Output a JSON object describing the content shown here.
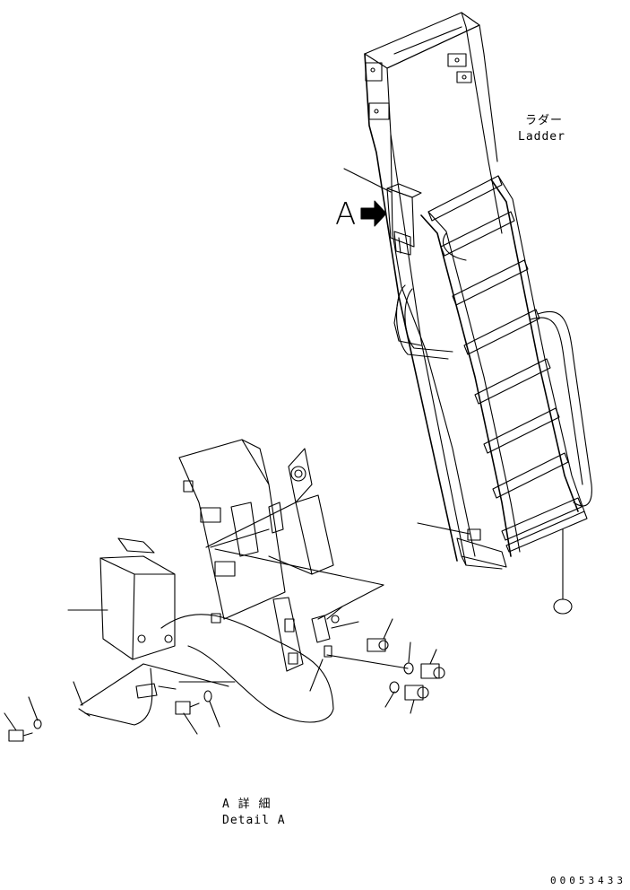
{
  "labels": {
    "ladder_jp": "ラダー",
    "ladder_en": "Ladder",
    "view_marker": "A",
    "detail_jp": "A 詳 細",
    "detail_en": "Detail A",
    "drawing_code": "00053433"
  }
}
